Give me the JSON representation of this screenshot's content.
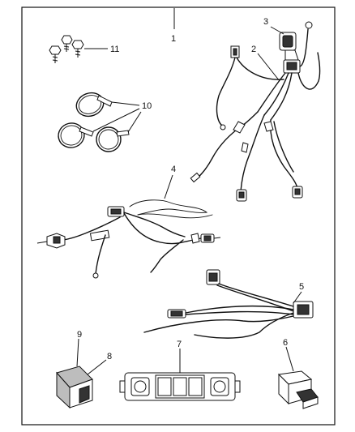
{
  "callouts": {
    "c1": "1",
    "c2": "2",
    "c3": "3",
    "c4": "4",
    "c5": "5",
    "c6": "6",
    "c7": "7",
    "c8": "8",
    "c9": "9",
    "c10": "10",
    "c11": "11"
  },
  "colors": {
    "line": "#111111",
    "fill_dark": "#333333",
    "fill_grey": "#bdbdbd",
    "background": "#ffffff"
  }
}
